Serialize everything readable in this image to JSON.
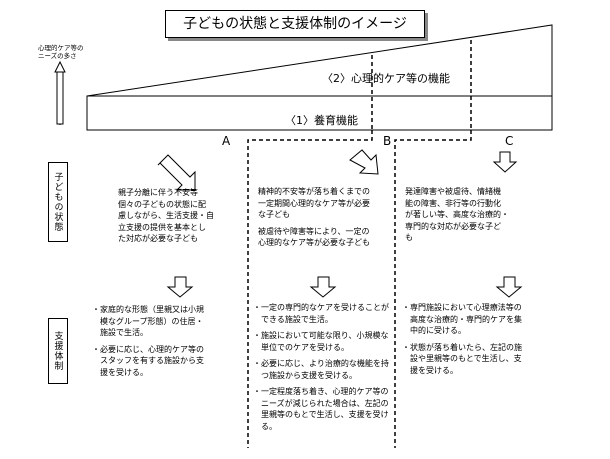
{
  "title": "子どもの状態と支援体制のイメージ",
  "side_note": "心理的ケア等の\nニーズの多さ",
  "labels": {
    "care": "〈2〉心理的ケア等の機能",
    "yoiku": "〈1〉養育機能"
  },
  "columns": [
    {
      "letter": "A",
      "state": "親子分離に伴う不安等\n個々の子どもの状態に配\n慮しながら、生活支援・自\n立支援の提供を基本とし\nた対応が必要な子ども",
      "support": [
        "・家庭的な形態（里親又は小規\n　模なグループ形態）の住居・\n　施設で生活。",
        "・必要に応じ、心理的ケア等の\n　スタッフを有する施設から支\n　援を受ける。"
      ]
    },
    {
      "letter": "B",
      "state": [
        "精神的不安等が落ち着くまでの\n一定期間心理的なケア等が必要\nな子ども",
        "被虐待や障害等により、一定の\n心理的なケア等が必要な子ども"
      ],
      "support": [
        "・一定の専門的なケアを受けることが\n　できる施設で生活。",
        "・施設において可能な限り、小規模な\n　単位でのケアを受ける。",
        "・必要に応じ、より治療的な機能を持\n　つ施設から支援を受ける。",
        "・一定程度落ち着き、心理的ケア等の\n　ニーズが減じられた場合は、左記の\n　里親等のもとで生活し、支援を受け\n　る。"
      ]
    },
    {
      "letter": "C",
      "state": "発達障害や被虐待、情緒機\n能の障害、非行等の行動化\nが著しい等、高度な治療的・\n専門的な対応が必要な子ど\nも",
      "support": [
        "・専門施設において心理療法等の\n　高度な治療的・専門的ケアを集\n　中的に受ける。",
        "・状態が落ち着いたら、左記の施\n　設や里親等のもとで生活し、支\n　援を受ける。"
      ]
    }
  ],
  "row_labels": {
    "state": "子どもの状態",
    "support": "支援体制"
  }
}
